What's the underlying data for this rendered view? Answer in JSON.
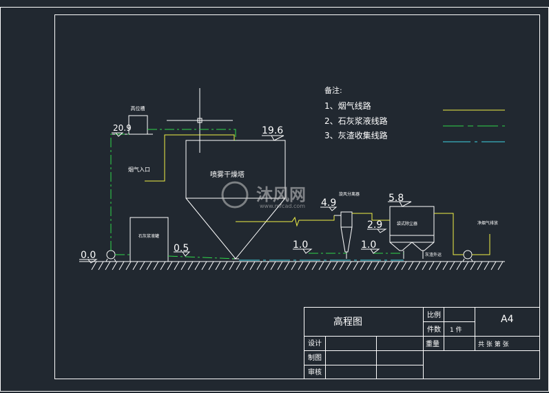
{
  "colors": {
    "background": "#212830",
    "line": "#ffffff",
    "flue_gas": "#f2f246",
    "lime_slurry": "#2fd94a",
    "ash": "#3fd6e6"
  },
  "legend": {
    "heading": "备注:",
    "items": [
      "1、烟气线路",
      "2、石灰浆液线路",
      "3、灰渣收集线路"
    ]
  },
  "equipment": {
    "tank_top": "高位槽",
    "flue_gas_inlet": "烟气入口",
    "dryer": "喷雾干燥塔",
    "lime_tank": "石灰浆液罐",
    "cyclone": "旋风分离器",
    "bag_filter": "袋式除尘器",
    "ash_out": "灰渣外运",
    "outlet_to_stack": "净烟气排放"
  },
  "elevations": [
    "20.9",
    "19.6",
    "0.0",
    "0.5",
    "1.0",
    "1.0",
    "4.9",
    "2.9",
    "5.8"
  ],
  "watermark": {
    "brand": "沐风网",
    "url": "www.mfcad.com"
  },
  "title_block": {
    "title": "高程图",
    "scale_label": "比例",
    "count_label": "件数",
    "count_value": "1 件",
    "weight_label": "重量",
    "paper_size": "A4",
    "sheets_text": "共 张 第 张",
    "design_label": "设计",
    "draw_label": "制图",
    "review_label": "审核"
  }
}
